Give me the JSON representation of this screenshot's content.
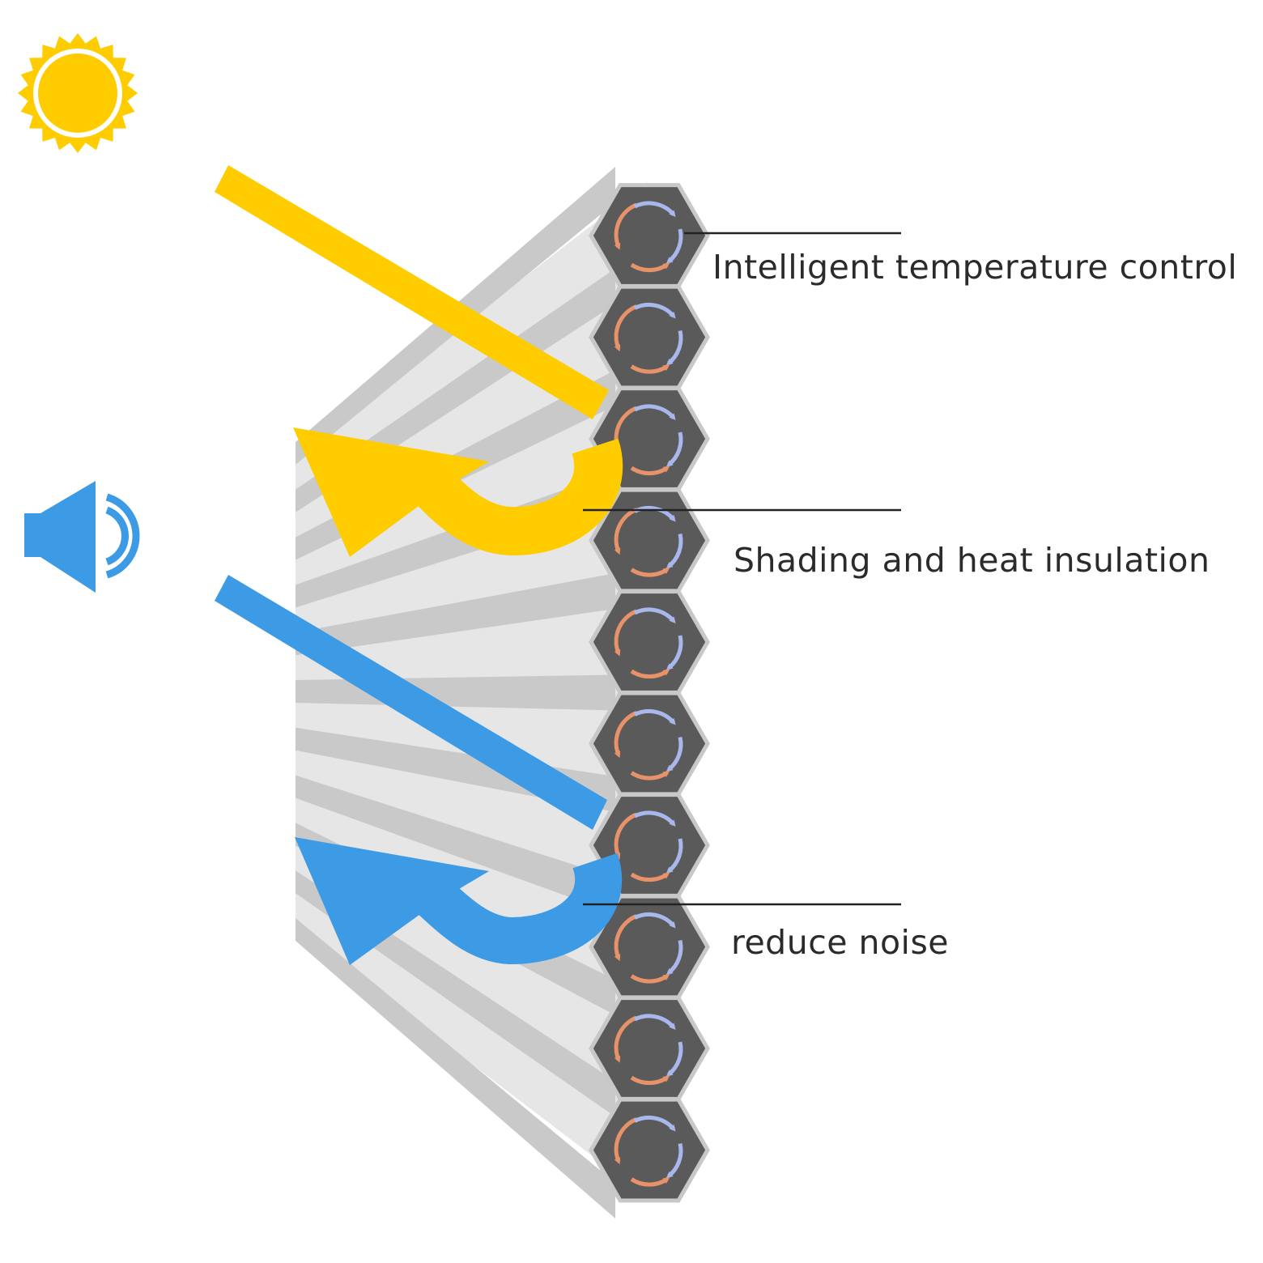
{
  "labels": {
    "temperature": "Intelligent temperature control",
    "shading": "Shading and heat insulation",
    "noise": "reduce noise"
  },
  "icons": {
    "sun": "sun-icon",
    "speaker": "speaker-icon"
  },
  "colors": {
    "sun": "#FFCC00",
    "sound": "#3D9BE6",
    "cell": "#5A5A5A",
    "cell_border": "#C8C8C8",
    "warm_arrow": "#E8926A",
    "cool_arrow": "#A9B8EC",
    "pleat_light": "#E6E6E6",
    "pleat_dark": "#C9C9C9"
  },
  "cells": {
    "count": 10
  }
}
